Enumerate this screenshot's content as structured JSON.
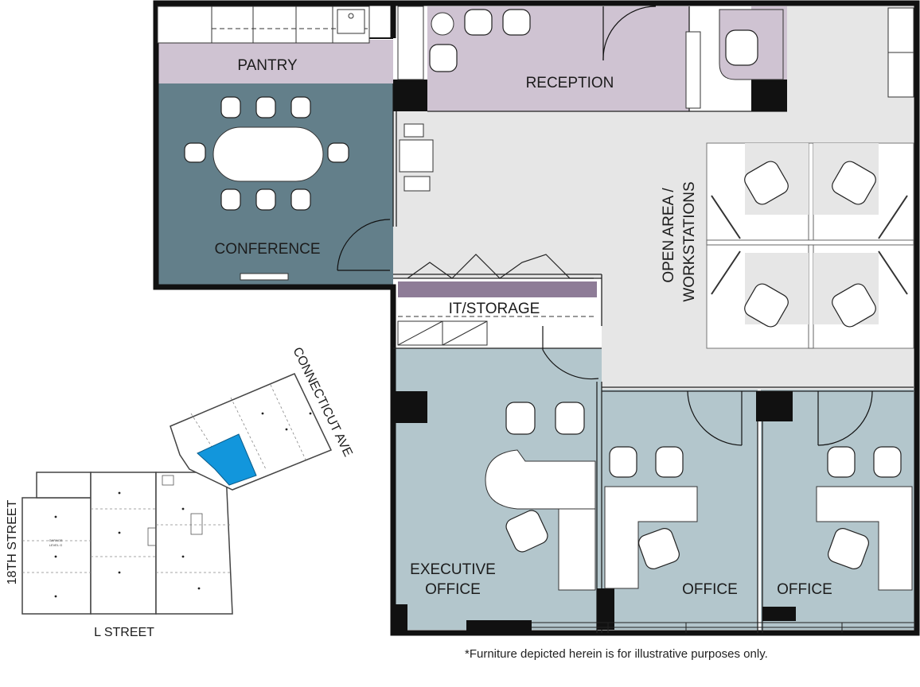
{
  "rooms": {
    "pantry": "PANTRY",
    "reception": "RECEPTION",
    "conference": "CONFERENCE",
    "open_area_line1": "OPEN AREA /",
    "open_area_line2": "WORKSTATIONS",
    "it_storage": "IT/STORAGE",
    "executive_line1": "EXECUTIVE",
    "executive_line2": "OFFICE",
    "office_1": "OFFICE",
    "office_2": "OFFICE"
  },
  "keyplan": {
    "street_top": "CONNECTICUT AVE",
    "street_left": "18TH STREET",
    "street_bottom": "L STREET",
    "garage_line1": "GARAGE",
    "garage_line2": "LEVEL G"
  },
  "disclaimer": "*Furniture depicted herein is for illustrative purposes only.",
  "colors": {
    "pantry": "#cfc3d2",
    "reception": "#cfc3d2",
    "conference": "#637f8a",
    "open_area": "#e6e6e6",
    "it_storage": "#8e7c97",
    "offices": "#b3c6cc",
    "highlight": "#1296dc",
    "walls": "#111111"
  }
}
